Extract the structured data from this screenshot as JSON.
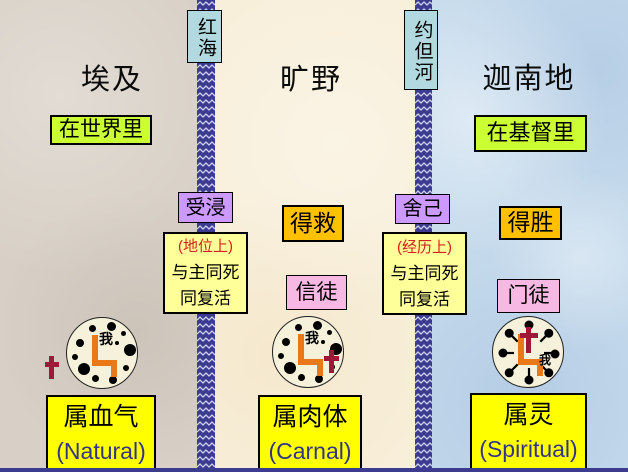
{
  "slide": {
    "regions": {
      "egypt": {
        "title": "埃及",
        "position_label": "在世界里",
        "nature_label": "属血气",
        "nature_label_en": "(Natural)"
      },
      "wilderness": {
        "title": "旷野",
        "status_label": "得救",
        "identity_label": "信徒",
        "nature_label": "属肉体",
        "nature_label_en": "(Carnal)"
      },
      "canaan": {
        "title": "迦南地",
        "position_label": "在基督里",
        "status_label": "得胜",
        "identity_label": "门徒",
        "nature_label": "属灵",
        "nature_label_en": "(Spiritual)"
      }
    },
    "rivers": {
      "red_sea": {
        "name": "红海",
        "crossing_action": "受浸",
        "note": {
          "line1": "(地位上)",
          "line2": "与主同死",
          "line3": "同复活"
        }
      },
      "jordan": {
        "name": "约但河",
        "crossing_action": "舍己",
        "note": {
          "line1": "(经历上)",
          "line2": "与主同死",
          "line3": "同复活"
        }
      }
    },
    "heart_circles": {
      "self_char": "我"
    },
    "colors": {
      "highlight_green": "#ccff33",
      "action_purple": "#cc99ff",
      "status_orange": "#ffc000",
      "identity_pink": "#f7b9e3",
      "note_yellow": "#ffff99",
      "nature_yellow": "#ffff00",
      "river_navy": "#3b3b8f",
      "river_label_blue": "#b2d9df",
      "cross_red": "#a01838",
      "throne_orange": "#e87818",
      "english_blue": "#333388"
    }
  }
}
